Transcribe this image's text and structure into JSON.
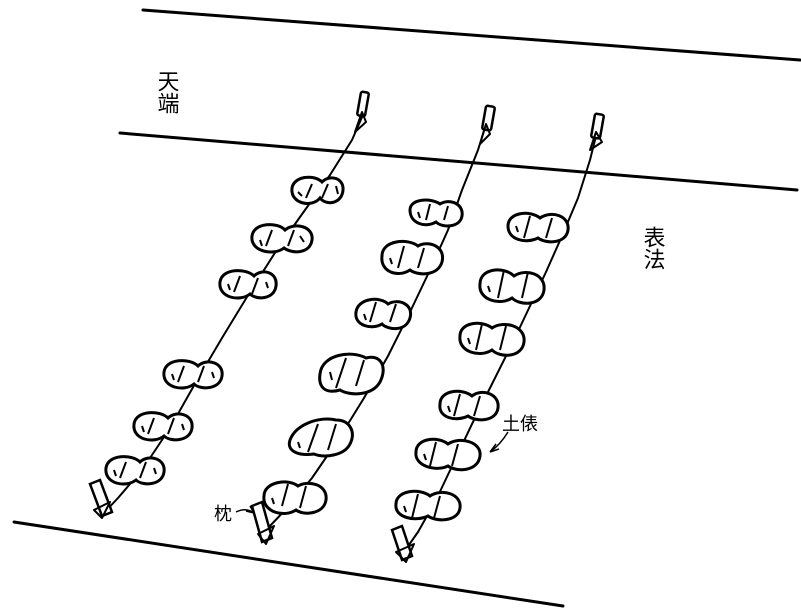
{
  "labels": {
    "crest": "天端",
    "front_slope": "表法",
    "sandbag": "土俵",
    "stake": "枕"
  }
}
